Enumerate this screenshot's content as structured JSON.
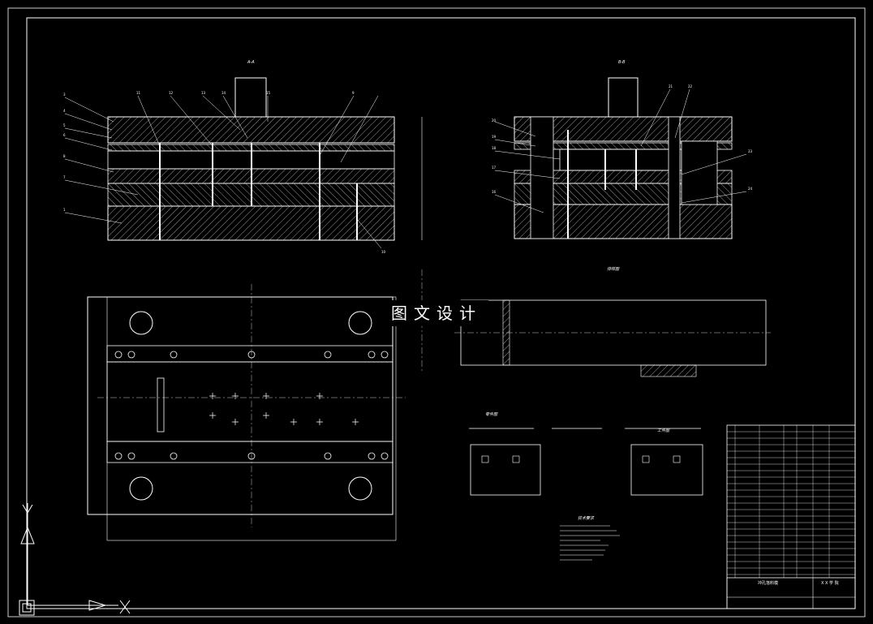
{
  "watermark": "图文设计",
  "view_labels": {
    "section_a": "A-A",
    "section_b": "B-B",
    "strip_title": "排样图",
    "part_drawing": "零件图",
    "part_drawing_2": "工件图",
    "tech_requirements": "技术要求"
  },
  "balloons_left": [
    "3",
    "4",
    "5",
    "6",
    "8",
    "7",
    "1",
    "10",
    "11",
    "12",
    "13",
    "14",
    "15",
    "9"
  ],
  "balloons_right": [
    "20",
    "19",
    "18",
    "17",
    "16",
    "21",
    "22",
    "23",
    "24"
  ],
  "title_block": {
    "drawing_name": "冲孔落料模",
    "mark": "X X 学 院"
  },
  "colors": {
    "background": "#000000",
    "line": "#ffffff",
    "hatch": "#ffffff"
  },
  "icons": [
    "ucs-y-axis-icon",
    "ucs-x-axis-icon",
    "ucs-origin-icon"
  ]
}
